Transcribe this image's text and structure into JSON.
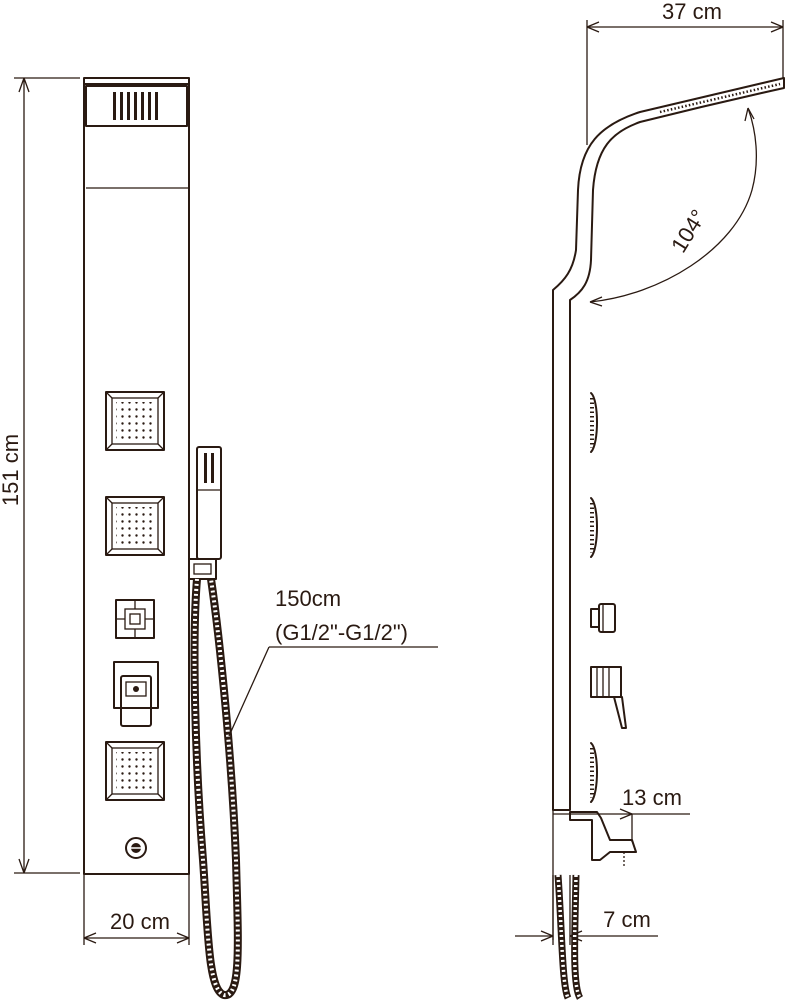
{
  "dimensions": {
    "height_label": "151 cm",
    "width_label": "20 cm",
    "depth_label": "37 cm",
    "panel_depth_label": "13 cm",
    "base_depth_label": "7 cm",
    "angle_label": "104°"
  },
  "hose": {
    "length_label": "150cm",
    "thread_label": "(G1/2\"-G1/2\")"
  },
  "colors": {
    "stroke": "#2a1a12",
    "background": "#ffffff"
  }
}
